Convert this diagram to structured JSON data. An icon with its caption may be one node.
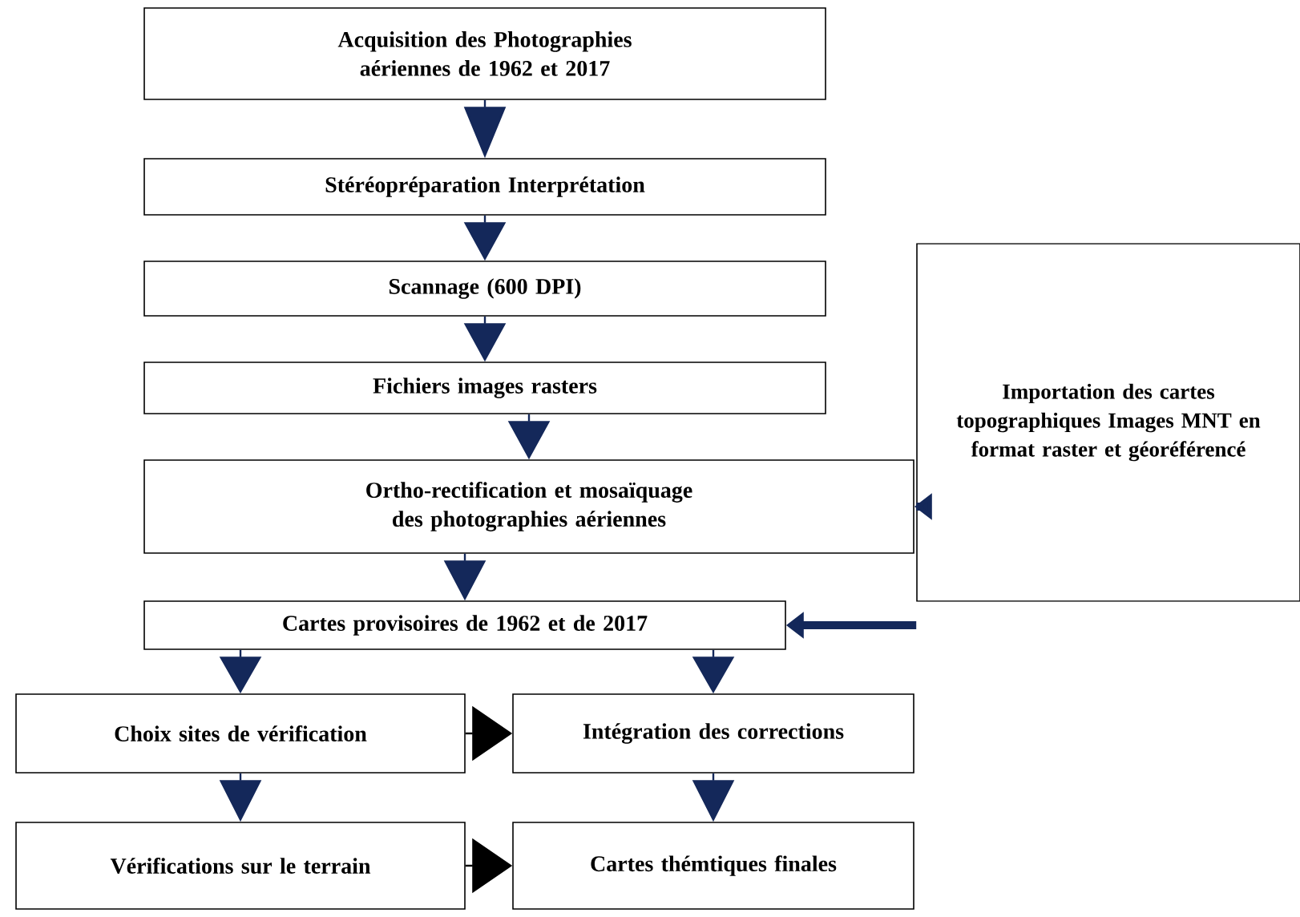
{
  "diagram": {
    "nodes": [
      {
        "text": [
          "Acquisition des Photographies aériennes de 1962 et 2017"
        ]
      },
      {
        "text": [
          "Stéréopréparation Interprétation"
        ]
      },
      {
        "text": [
          "Scannage (600 DPI)"
        ]
      },
      {
        "text": [
          "Fichiers images  rasters"
        ]
      },
      {
        "text": [
          "Ortho-rectification et mosaïquage des photographies aériennes"
        ]
      },
      {
        "text": [
          "Cartes provisoires de 1962 et de 2017"
        ]
      },
      {
        "text": [
          "Choix sites de vérification"
        ]
      },
      {
        "text": [
          "Intégration des corrections"
        ]
      },
      {
        "text": [
          "Vérifications sur le terrain"
        ]
      },
      {
        "text": [
          "Cartes thémtiques finales"
        ]
      },
      {
        "text": [
          "Importation des cartes topographiques Images MNT en format raster et géoréférencé"
        ]
      }
    ],
    "edges": [
      {
        "from": 0,
        "to": 1,
        "arrow": "to"
      },
      {
        "from": 1,
        "to": 2,
        "arrow": "to"
      },
      {
        "from": 2,
        "to": 3,
        "arrow": "to"
      },
      {
        "from": 3,
        "to": 4,
        "arrow": "to"
      },
      {
        "from": 4,
        "to": 5,
        "arrow": "to"
      },
      {
        "from": 5,
        "to": 6,
        "arrow": "to"
      },
      {
        "from": 5,
        "to": 7,
        "arrow": "to"
      },
      {
        "from": 6,
        "to": 7,
        "arrow": "to",
        "color": "#000000"
      },
      {
        "from": 6,
        "to": 8,
        "arrow": "to"
      },
      {
        "from": 7,
        "to": 9,
        "arrow": "to"
      },
      {
        "from": 8,
        "to": 9,
        "arrow": "to",
        "color": "#000000"
      },
      {
        "from": 10,
        "to": 4,
        "arrow": "to",
        "style": "thick"
      },
      {
        "from": 10,
        "to": 5,
        "arrow": "to",
        "style": "thick"
      }
    ]
  }
}
